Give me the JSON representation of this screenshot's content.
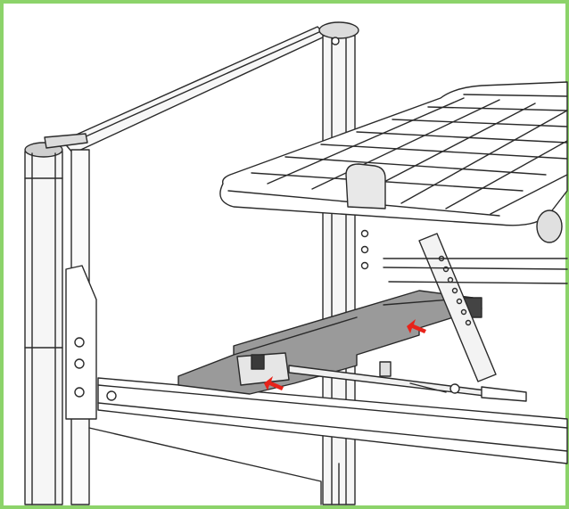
{
  "figure": {
    "border_color": "#8cd36a",
    "line_color": "#2a2a2a",
    "panel_fill": "#9a9a9a",
    "post_fill": "#f4f4f4",
    "arrow_color": "#e8231a",
    "arrows": [
      {
        "name": "arrow-upper",
        "direction": "left"
      },
      {
        "name": "arrow-lower",
        "direction": "left"
      }
    ],
    "icons": [
      "bed-frame-illustration",
      "wire-basket-icon",
      "sliding-panel-icon",
      "arrow-icon"
    ]
  }
}
